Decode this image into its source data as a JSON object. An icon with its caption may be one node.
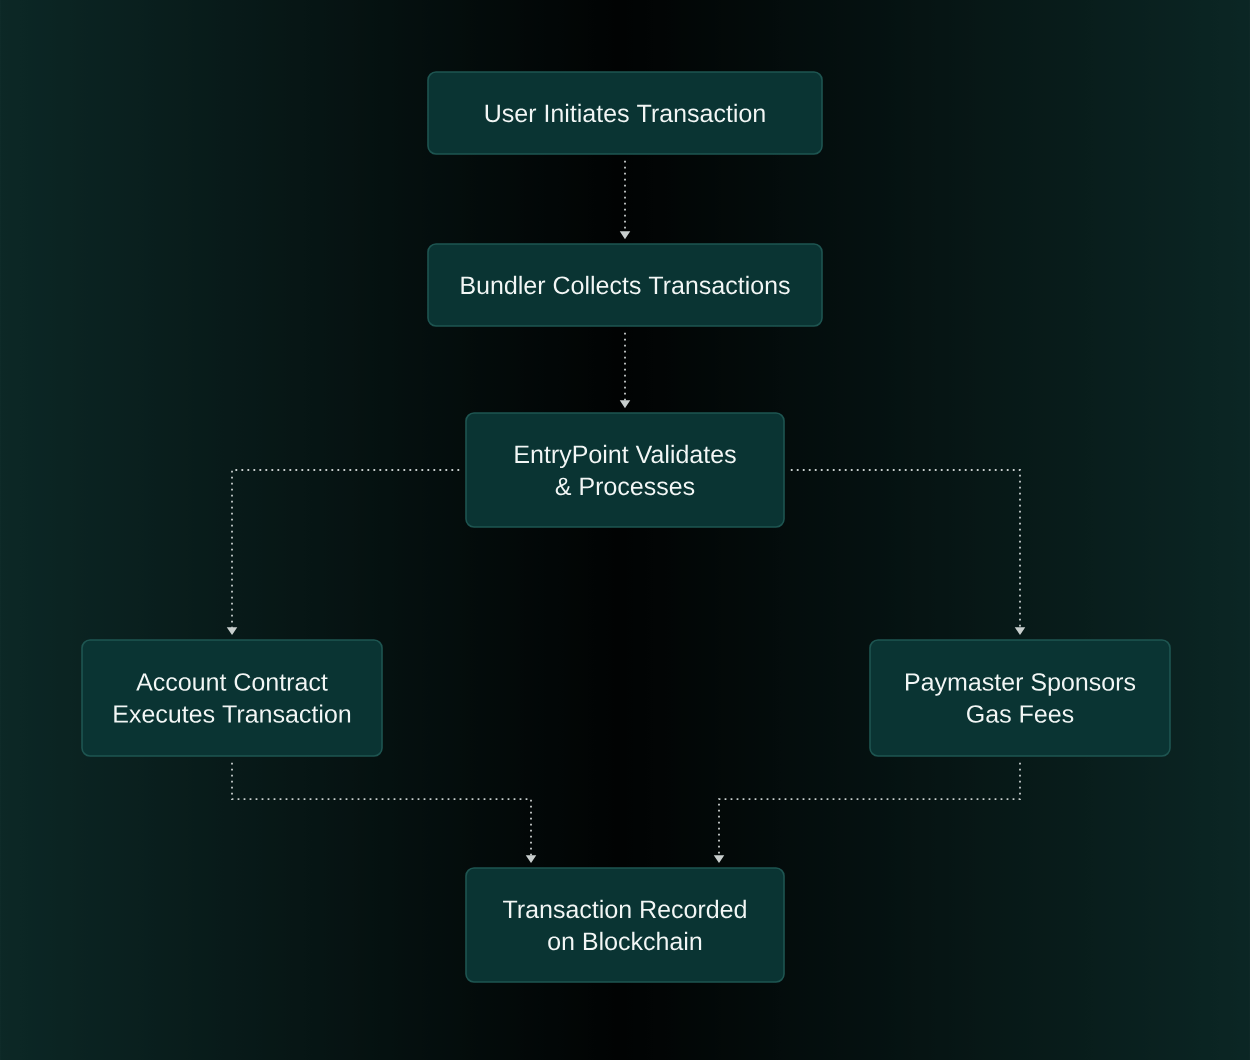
{
  "diagram": {
    "nodes": [
      {
        "text": [
          "User Initiates Transaction"
        ]
      },
      {
        "text": [
          "Bundler Collects Transactions"
        ]
      },
      {
        "text": [
          "EntryPoint Validates & Processes"
        ]
      },
      {
        "text": [
          "Account Contract Executes Transaction"
        ]
      },
      {
        "text": [
          "Paymaster Sponsors Gas Fees"
        ]
      },
      {
        "text": [
          "Transaction Recorded on Blockchain"
        ]
      }
    ],
    "edges": [
      {
        "from": 0,
        "to": 1,
        "arrow": "to"
      },
      {
        "from": 1,
        "to": 2,
        "arrow": "to"
      },
      {
        "from": 2,
        "to": 3,
        "arrow": "to"
      },
      {
        "from": 2,
        "to": 4,
        "arrow": "to"
      },
      {
        "from": 3,
        "to": 5,
        "arrow": "to"
      },
      {
        "from": 4,
        "to": 5,
        "arrow": "to"
      }
    ]
  }
}
